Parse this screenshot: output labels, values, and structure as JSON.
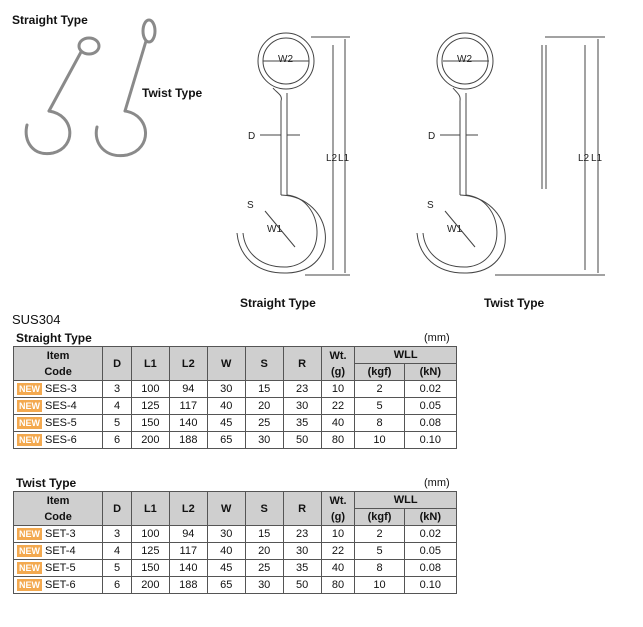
{
  "photo": {
    "straight_label": "Straight Type",
    "twist_label": "Twist Type"
  },
  "diagram": {
    "straight": {
      "caption": "Straight Type",
      "labels": [
        "W2",
        "D",
        "S",
        "W1",
        "L2",
        "L1"
      ]
    },
    "twist": {
      "caption": "Twist Type",
      "labels": [
        "W2",
        "D",
        "S",
        "W1",
        "L2",
        "L1"
      ]
    }
  },
  "material": "SUS304",
  "tables": [
    {
      "title": "Straight Type",
      "unit": "(mm)",
      "headers": {
        "item_code": [
          "Item",
          "Code"
        ],
        "cols": [
          "D",
          "L1",
          "L2",
          "W",
          "S",
          "R"
        ],
        "wt": [
          "Wt.",
          "(g)"
        ],
        "wll": "WLL",
        "wll_sub": [
          "(kgf)",
          "(kN)"
        ]
      },
      "rows": [
        {
          "badge": "NEW",
          "code": "SES-3",
          "values": [
            "3",
            "100",
            "94",
            "30",
            "15",
            "23",
            "10",
            "2",
            "0.02"
          ]
        },
        {
          "badge": "NEW",
          "code": "SES-4",
          "values": [
            "4",
            "125",
            "117",
            "40",
            "20",
            "30",
            "22",
            "5",
            "0.05"
          ]
        },
        {
          "badge": "NEW",
          "code": "SES-5",
          "values": [
            "5",
            "150",
            "140",
            "45",
            "25",
            "35",
            "40",
            "8",
            "0.08"
          ]
        },
        {
          "badge": "NEW",
          "code": "SES-6",
          "values": [
            "6",
            "200",
            "188",
            "65",
            "30",
            "50",
            "80",
            "10",
            "0.10"
          ]
        }
      ]
    },
    {
      "title": "Twist Type",
      "unit": "(mm)",
      "headers": {
        "item_code": [
          "Item",
          "Code"
        ],
        "cols": [
          "D",
          "L1",
          "L2",
          "W",
          "S",
          "R"
        ],
        "wt": [
          "Wt.",
          "(g)"
        ],
        "wll": "WLL",
        "wll_sub": [
          "(kgf)",
          "(kN)"
        ]
      },
      "rows": [
        {
          "badge": "NEW",
          "code": "SET-3",
          "values": [
            "3",
            "100",
            "94",
            "30",
            "15",
            "23",
            "10",
            "2",
            "0.02"
          ]
        },
        {
          "badge": "NEW",
          "code": "SET-4",
          "values": [
            "4",
            "125",
            "117",
            "40",
            "20",
            "30",
            "22",
            "5",
            "0.05"
          ]
        },
        {
          "badge": "NEW",
          "code": "SET-5",
          "values": [
            "5",
            "150",
            "140",
            "45",
            "25",
            "35",
            "40",
            "8",
            "0.08"
          ]
        },
        {
          "badge": "NEW",
          "code": "SET-6",
          "values": [
            "6",
            "200",
            "188",
            "65",
            "30",
            "50",
            "80",
            "10",
            "0.10"
          ]
        }
      ]
    }
  ]
}
